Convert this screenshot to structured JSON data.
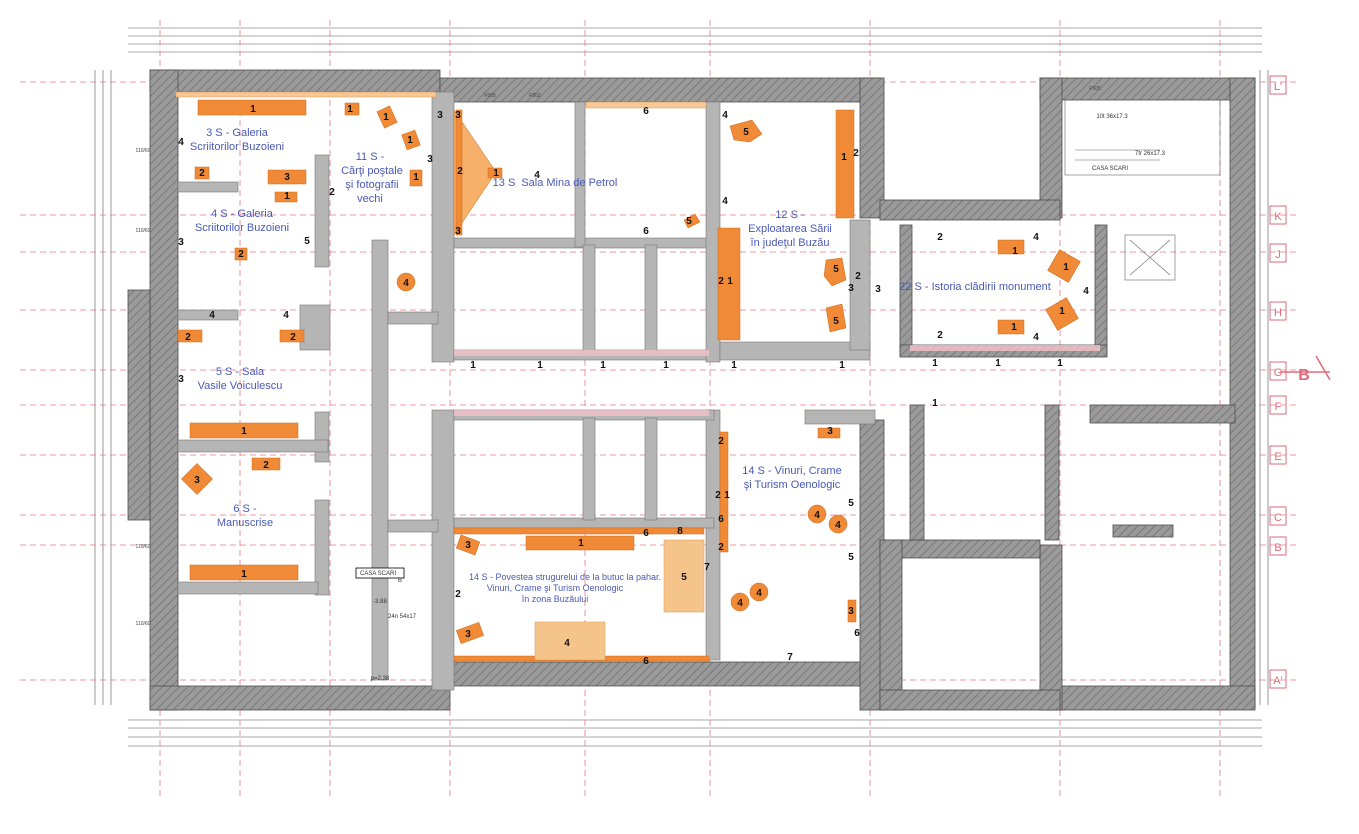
{
  "rooms": {
    "r3": [
      "3 S - Galeria",
      "Scriitorilor Buzoieni"
    ],
    "r4": [
      "4 S - Galeria",
      "Scriitorilor Buzoieni"
    ],
    "r5": [
      "5 S - Sala",
      "Vasile Voiculescu"
    ],
    "r6": [
      "6 S -",
      "Manuscrise"
    ],
    "r11": [
      "11 S -",
      "Cărţi poştale",
      "şi fotografii",
      "vechi"
    ],
    "r13": [
      "13 S",
      "Sala Mina de Petrol"
    ],
    "r12": [
      "12 S -",
      "Exploatarea Sării",
      "în judeţul Buzău"
    ],
    "r22": [
      "22 S - Istoria clădirii monument"
    ],
    "r14a": [
      "14 S - Vinuri, Crame",
      "şi Turism Oenologic"
    ],
    "r14b": [
      "14 S - Povestea strugurelui de la butuc la pahar.",
      "Vinuri, Crame  şi Turism Oenologic",
      "în zona Buzăului"
    ]
  },
  "grid_axes": [
    "L'",
    "K",
    "J",
    "H",
    "G",
    "F",
    "E",
    "C",
    "B",
    "A'"
  ],
  "section_marker": "B",
  "notes": {
    "stair": "CASA SCARI",
    "level": "-3.88",
    "slope": "24n 54x17",
    "elev": "p=2.38",
    "stair2": "10t 36x17.3",
    "stair3": "7tr 26x17.3",
    "stair4": "CASA SCARI",
    "mark_b": "B"
  },
  "door_labels": [
    "110/60",
    "110/60",
    "110/60",
    "110/60",
    "F505",
    "F502",
    "F505"
  ],
  "colors": {
    "wall": "#8f8f8f",
    "wall_dark": "#5c5c5c",
    "exhibit": "#f08a36",
    "exhibit_light": "#f6c28a",
    "highlight": "#f4b77e",
    "room_text": "#4a59b8",
    "axis": "#e06a7a"
  }
}
